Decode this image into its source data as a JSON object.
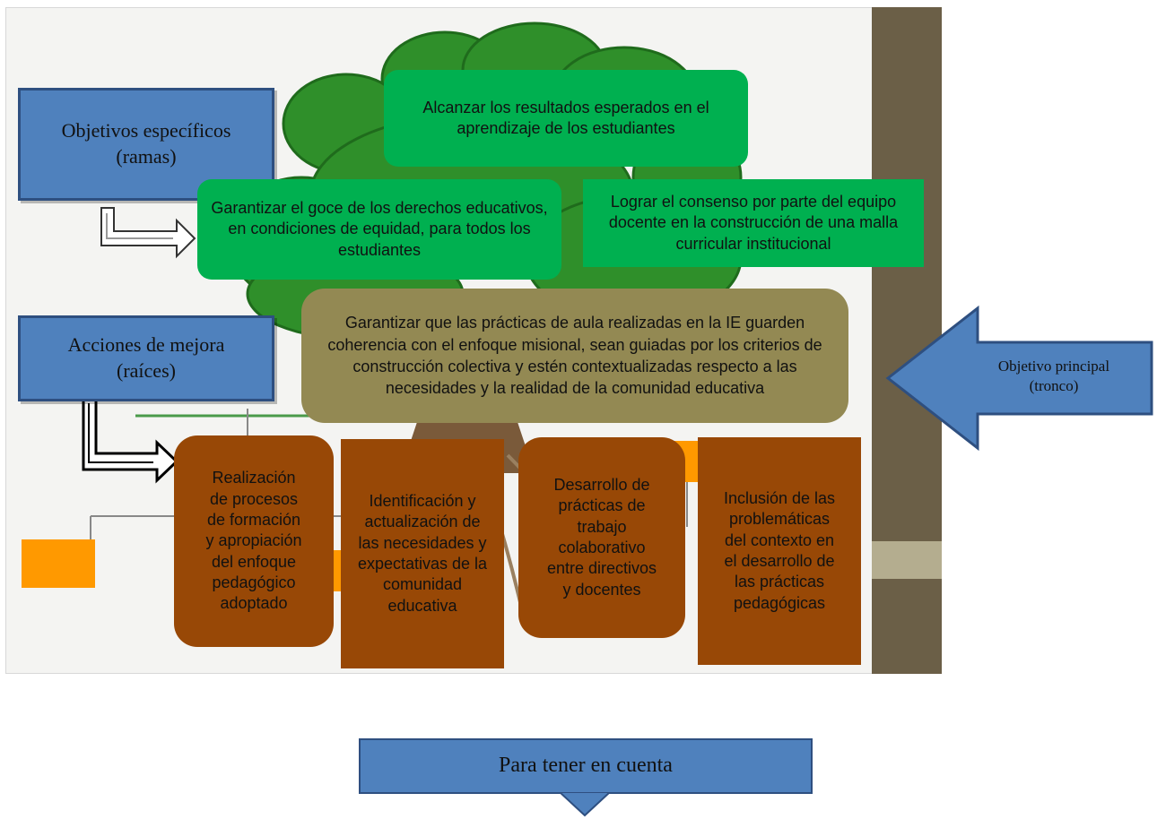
{
  "diagram": {
    "label_objetivos": "Objetivos específicos\n(ramas)",
    "label_acciones": "Acciones de mejora\n(raíces)",
    "label_objetivo_principal": "Objetivo principal\n(tronco)",
    "objetivos_especificos": [
      "Alcanzar los resultados esperados en el aprendizaje de los estudiantes",
      "Garantizar el goce de los derechos educativos, en condiciones de equidad, para todos los estudiantes",
      "Lograr el consenso por parte del equipo docente en la construcción de una malla curricular institucional"
    ],
    "objetivo_principal": "Garantizar que las prácticas de aula realizadas en la IE guarden coherencia con el enfoque misional, sean guiadas por los criterios de construcción colectiva y estén contextualizadas respecto a las necesidades y la realidad de la comunidad educativa",
    "acciones_de_mejora": [
      "Realización de procesos de formación y apropiación del enfoque pedagógico adoptado",
      "Identificación y actualización de las necesidades y expectativas de la comunidad educativa",
      "Desarrollo de prácticas de trabajo colaborativo entre directivos y docentes",
      "Inclusión de las problemáticas del contexto en el desarrollo de las prácticas pedagógicas"
    ]
  },
  "footer": {
    "label": "Para tener en cuenta"
  },
  "colors": {
    "blue": "#4f81bd",
    "green": "#00b050",
    "olive": "#938953",
    "brown": "#984806",
    "orange": "#ff9900",
    "tree": "#2f8f2a"
  }
}
